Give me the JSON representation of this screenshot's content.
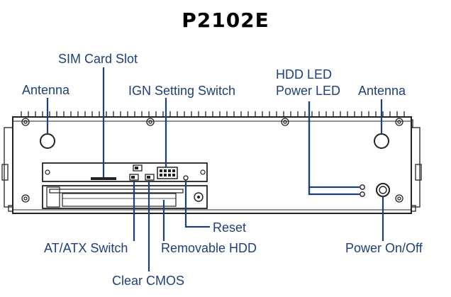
{
  "title": "P2102E",
  "labels": {
    "sim_card_slot": "SIM Card Slot",
    "antenna_left": "Antenna",
    "ign_setting_switch": "IGN Setting Switch",
    "hdd_led": "HDD LED",
    "power_led": "Power LED",
    "antenna_right": "Antenna",
    "reset": "Reset",
    "at_atx_switch": "AT/ATX Switch",
    "removable_hdd": "Removable HDD",
    "power_on_off": "Power On/Off",
    "clear_cmos": "Clear CMOS"
  },
  "colors": {
    "leader_line": "#1f3f7a",
    "text": "#1f3f7a"
  }
}
